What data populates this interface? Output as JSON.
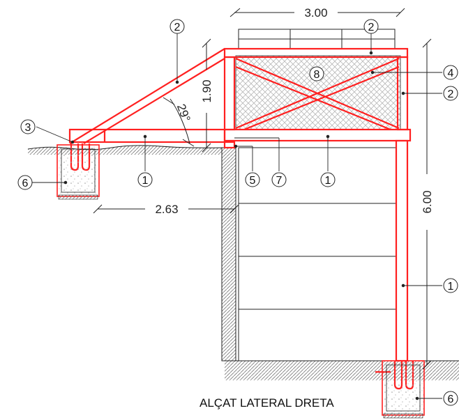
{
  "title": "ALÇAT LATERAL DRETA",
  "dimensions": {
    "top_width": "3.00",
    "roof_rise": "1.90",
    "angle": "29°",
    "base_width": "2.63",
    "total_height": "6.00"
  },
  "callouts": {
    "c1a": "1",
    "c1b": "1",
    "c1c": "1",
    "c2a": "2",
    "c2b": "2",
    "c2c": "2",
    "c3": "3",
    "c4": "4",
    "c5": "5",
    "c6a": "6",
    "c6b": "6",
    "c7": "7",
    "c8": "8"
  },
  "colors": {
    "structure": "#ff2020",
    "line": "#222222",
    "mesh": "#b8b8b8",
    "ground": "#777777",
    "concrete": "#9a9a9a"
  }
}
